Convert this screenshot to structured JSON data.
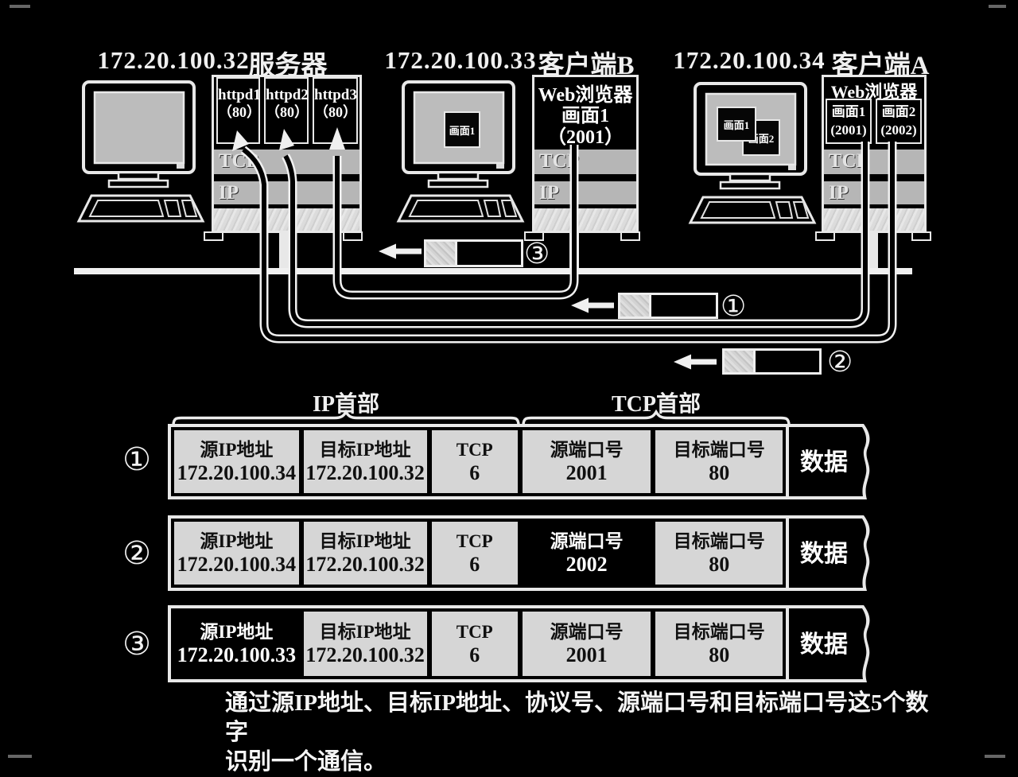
{
  "machines": [
    {
      "ip": "172.20.100.32",
      "role": "服务器",
      "processes": [
        {
          "name": "httpd1",
          "port": "（80）"
        },
        {
          "name": "httpd2",
          "port": "（80）"
        },
        {
          "name": "httpd3",
          "port": "（80）"
        }
      ],
      "layers": [
        "TCP",
        "IP"
      ]
    },
    {
      "ip": "172.20.100.33",
      "role": "客户端B",
      "browser": {
        "title": "Web浏览器",
        "windows": [
          {
            "name": "画面1",
            "port": "（2001）"
          }
        ]
      },
      "layers": [
        "TCP",
        "IP"
      ],
      "screen_windows": [
        "画面1"
      ]
    },
    {
      "ip": "172.20.100.34",
      "role": "客户端A",
      "browser": {
        "title": "Web浏览器",
        "windows": [
          {
            "name": "画面1",
            "port": "(2001)"
          },
          {
            "name": "画面2",
            "port": "(2002)"
          }
        ]
      },
      "layers": [
        "TCP",
        "IP"
      ],
      "screen_windows": [
        "画面1",
        "画面2"
      ]
    }
  ],
  "packets": [
    {
      "num": "③"
    },
    {
      "num": "①"
    },
    {
      "num": "②"
    }
  ],
  "table": {
    "header_groups": [
      {
        "label": "IP首部"
      },
      {
        "label": "TCP首部"
      }
    ],
    "rows": [
      {
        "num": "①",
        "cells": [
          {
            "label": "源IP地址",
            "value": "172.20.100.34",
            "highlight": false
          },
          {
            "label": "目标IP地址",
            "value": "172.20.100.32",
            "highlight": false
          },
          {
            "label": "TCP",
            "value": "6",
            "highlight": false
          },
          {
            "label": "源端口号",
            "value": "2001",
            "highlight": false
          },
          {
            "label": "目标端口号",
            "value": "80",
            "highlight": false
          }
        ],
        "data_label": "数据"
      },
      {
        "num": "②",
        "cells": [
          {
            "label": "源IP地址",
            "value": "172.20.100.34",
            "highlight": false
          },
          {
            "label": "目标IP地址",
            "value": "172.20.100.32",
            "highlight": false
          },
          {
            "label": "TCP",
            "value": "6",
            "highlight": false
          },
          {
            "label": "源端口号",
            "value": "2002",
            "highlight": true
          },
          {
            "label": "目标端口号",
            "value": "80",
            "highlight": false
          }
        ],
        "data_label": "数据"
      },
      {
        "num": "③",
        "cells": [
          {
            "label": "源IP地址",
            "value": "172.20.100.33",
            "highlight": true
          },
          {
            "label": "目标IP地址",
            "value": "172.20.100.32",
            "highlight": false
          },
          {
            "label": "TCP",
            "value": "6",
            "highlight": false
          },
          {
            "label": "源端口号",
            "value": "2001",
            "highlight": false
          },
          {
            "label": "目标端口号",
            "value": "80",
            "highlight": false
          }
        ],
        "data_label": "数据"
      }
    ]
  },
  "caption": [
    "通过源IP地址、目标IP地址、协议号、源端口号和目标端口号这5个数字",
    "识别一个通信。"
  ]
}
